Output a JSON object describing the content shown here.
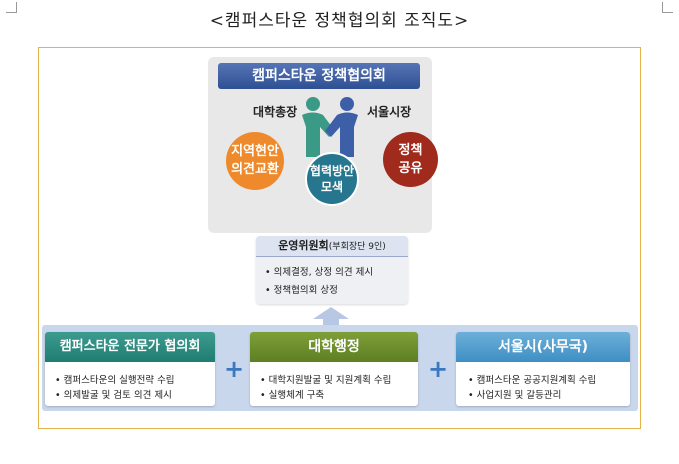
{
  "title": "<캠퍼스타운 정책협의회 조직도>",
  "council": {
    "title": "캠퍼스타운 정책협의회",
    "left_role": "대학총장",
    "right_role": "서울시장",
    "circles": {
      "local_line1": "지역현안",
      "local_line2": "의견교환",
      "coop_line1": "협력방안",
      "coop_line2": "모색",
      "policy_line1": "정책",
      "policy_line2": "공유"
    }
  },
  "committee": {
    "title": "운영위원회",
    "title_note": "(부회장단 9인)",
    "items": [
      "• 의제결정, 상정 의견 제시",
      "• 정책협의회 상정"
    ]
  },
  "panels": [
    {
      "title": "캠퍼스타운 전문가 협의회(MP)",
      "items": [
        "• 캠퍼스타운의 실행전략 수립",
        "• 의제발굴 및 검토 의견 제시"
      ]
    },
    {
      "title": "대학행정",
      "items": [
        "• 대학지원발굴 및 지원계획 수립",
        "• 실행체계 구축"
      ]
    },
    {
      "title": "서울시(사무국)",
      "items": [
        "• 캠퍼스타운 공공지원계획 수립",
        "• 사업지원 및 갈등관리"
      ]
    }
  ],
  "plus_symbol": "+",
  "colors": {
    "council_header": "#3f5fa3",
    "circle_local": "#ee8a2b",
    "circle_coop": "#27768f",
    "circle_policy": "#a02b1d",
    "panel_expert": "#2a8a7e",
    "panel_university": "#6b8c2c",
    "panel_seoul": "#5aa2d2",
    "band": "#c9d7ec",
    "frame_border": "#e4b24a"
  }
}
